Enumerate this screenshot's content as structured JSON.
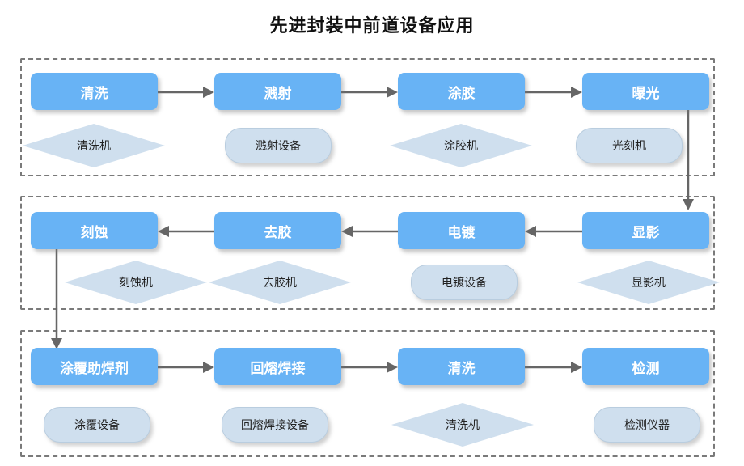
{
  "title": "先进封装中前道设备应用",
  "colors": {
    "process_fill": "#68b3f5",
    "process_text": "#ffffff",
    "equipment_fill": "#cfdfee",
    "equipment_text": "#222222",
    "connector": "#666666",
    "group_border": "#7a7a7a",
    "background": "#ffffff"
  },
  "groups": [
    {
      "id": "group-1",
      "steps": [
        {
          "name": "清洗",
          "equipment": "清洗机",
          "equipment_shape": "diamond"
        },
        {
          "name": "溅射",
          "equipment": "溅射设备",
          "equipment_shape": "pill"
        },
        {
          "name": "涂胶",
          "equipment": "涂胶机",
          "equipment_shape": "diamond"
        },
        {
          "name": "曝光",
          "equipment": "光刻机",
          "equipment_shape": "pill"
        }
      ],
      "flow_direction": "left-to-right"
    },
    {
      "id": "group-2",
      "steps": [
        {
          "name": "刻蚀",
          "equipment": "刻蚀机",
          "equipment_shape": "diamond"
        },
        {
          "name": "去胶",
          "equipment": "去胶机",
          "equipment_shape": "diamond"
        },
        {
          "name": "电镀",
          "equipment": "电镀设备",
          "equipment_shape": "pill"
        },
        {
          "name": "显影",
          "equipment": "显影机",
          "equipment_shape": "diamond"
        }
      ],
      "flow_direction": "right-to-left"
    },
    {
      "id": "group-3",
      "steps": [
        {
          "name": "涂覆助焊剂",
          "equipment": "涂覆设备",
          "equipment_shape": "pill"
        },
        {
          "name": "回熔焊接",
          "equipment": "回熔焊接设备",
          "equipment_shape": "pill"
        },
        {
          "name": "清洗",
          "equipment": "清洗机",
          "equipment_shape": "diamond"
        },
        {
          "name": "检测",
          "equipment": "检测仪器",
          "equipment_shape": "pill"
        }
      ],
      "flow_direction": "left-to-right"
    }
  ]
}
